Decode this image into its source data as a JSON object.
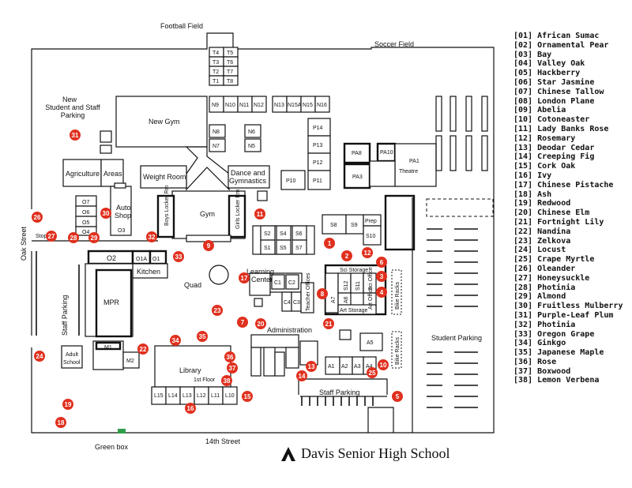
{
  "title": "Davis Senior High School",
  "labels": {
    "football_field": "Football Field",
    "soccer_field": "Soccer Field",
    "new_parking": [
      "New",
      "Student and Staff",
      "Parking"
    ],
    "new_gym": "New Gym",
    "agriculture": "Agriculture",
    "areas": "Areas",
    "weight_room": "Weight Room",
    "dance": [
      "Dance and",
      "Gymnastics"
    ],
    "auto_shop": [
      "Auto",
      "Shop"
    ],
    "gym": "Gym",
    "boys_locker": "Boys Locker Rm",
    "girls_locker": "Girls Locker Rm",
    "oak_street": "Oak Street",
    "stop": "Stop",
    "staff_parking_left": "Staff Parking",
    "o2": "O2",
    "o1a": "O1A",
    "o1": "O1",
    "kitchen": "Kitchen",
    "mpr": "MPR",
    "quad": "Quad",
    "learning_center": [
      "Learning",
      "Center"
    ],
    "administration": "Administration",
    "adult_school": [
      "Adult",
      "School"
    ],
    "m1": "M1",
    "m2": "M2",
    "library": "Library",
    "library_floor": "1st Floor",
    "staff_parking": "Staff Parking",
    "student_parking": "Student Parking",
    "street_14": "14th Street",
    "green_box": "Green box",
    "theatre": "Theatre",
    "bike_racks": "Bike Racks",
    "prep": "Prep",
    "sci_storage": "Sci Storage",
    "sci_office": "Sci Office",
    "art_office": "Art Office",
    "art_storage": "Art Storage",
    "teacher_offices": "Teacher Offices",
    "o3": "O3"
  },
  "rooms": [
    "T4",
    "T5",
    "T3",
    "T6",
    "T2",
    "T7",
    "T1",
    "T8",
    "N9",
    "N10",
    "N11",
    "N12",
    "N13",
    "N15A",
    "N15",
    "N16",
    "N8",
    "N6",
    "N7",
    "N5",
    "P14",
    "P13",
    "P12",
    "P10",
    "P11",
    "PA8",
    "PA10",
    "PA1",
    "PA3",
    "O7",
    "O6",
    "O5",
    "O4",
    "S2",
    "S4",
    "S6",
    "S1",
    "S5",
    "S7",
    "S8",
    "S9",
    "S10",
    "C1",
    "C2",
    "C4",
    "C3",
    "S12",
    "S11",
    "A7",
    "A6",
    "A5",
    "A1",
    "A2",
    "A3",
    "A4",
    "L15",
    "L14",
    "L13",
    "L12",
    "L11",
    "L10"
  ],
  "legend": [
    "[01] African Sumac",
    "[02] Ornamental Pear",
    "[03] Bay",
    "[04] Valley Oak",
    "[05] Hackberry",
    "[06] Star Jasmine",
    "[07] Chinese Tallow",
    "[08] London Plane",
    "[09] Abelia",
    "[10] Cotoneaster",
    "[11] Lady Banks Rose",
    "[12] Rosemary",
    "[13] Deodar Cedar",
    "[14] Creeping Fig",
    "[15] Cork Oak",
    "[16] Ivy",
    "[17] Chinese Pistache",
    "[18] Ash",
    "[19] Redwood",
    "[20] Chinese Elm",
    "[21] Fortnight Lily",
    "[22] Nandina",
    "[23] Zelkova",
    "[24] Locust",
    "[25] Crape Myrtle",
    "[26] Oleander",
    "[27] Honeysuckle",
    "[28] Photinia",
    "[29] Almond",
    "[30] Fruitless Mulberry",
    "[31] Purple-Leaf Plum",
    "[32] Photinia",
    "[33] Oregon Grape",
    "[34] Ginkgo",
    "[35] Japanese Maple",
    "[36] Rose",
    "[37] Boxwood",
    "[38] Lemon Verbena"
  ],
  "markers": [
    "1",
    "2",
    "3",
    "4",
    "5",
    "6",
    "7",
    "8",
    "9",
    "10",
    "11",
    "12",
    "13",
    "14",
    "15",
    "16",
    "17",
    "18",
    "19",
    "20",
    "21",
    "22",
    "23",
    "24",
    "25",
    "26",
    "27",
    "28",
    "29",
    "30",
    "31",
    "32",
    "33",
    "34",
    "35",
    "36",
    "37",
    "38"
  ],
  "colors": {
    "marker": "#e0301e",
    "ink": "#111111",
    "green_box": "#2e9e4a"
  }
}
